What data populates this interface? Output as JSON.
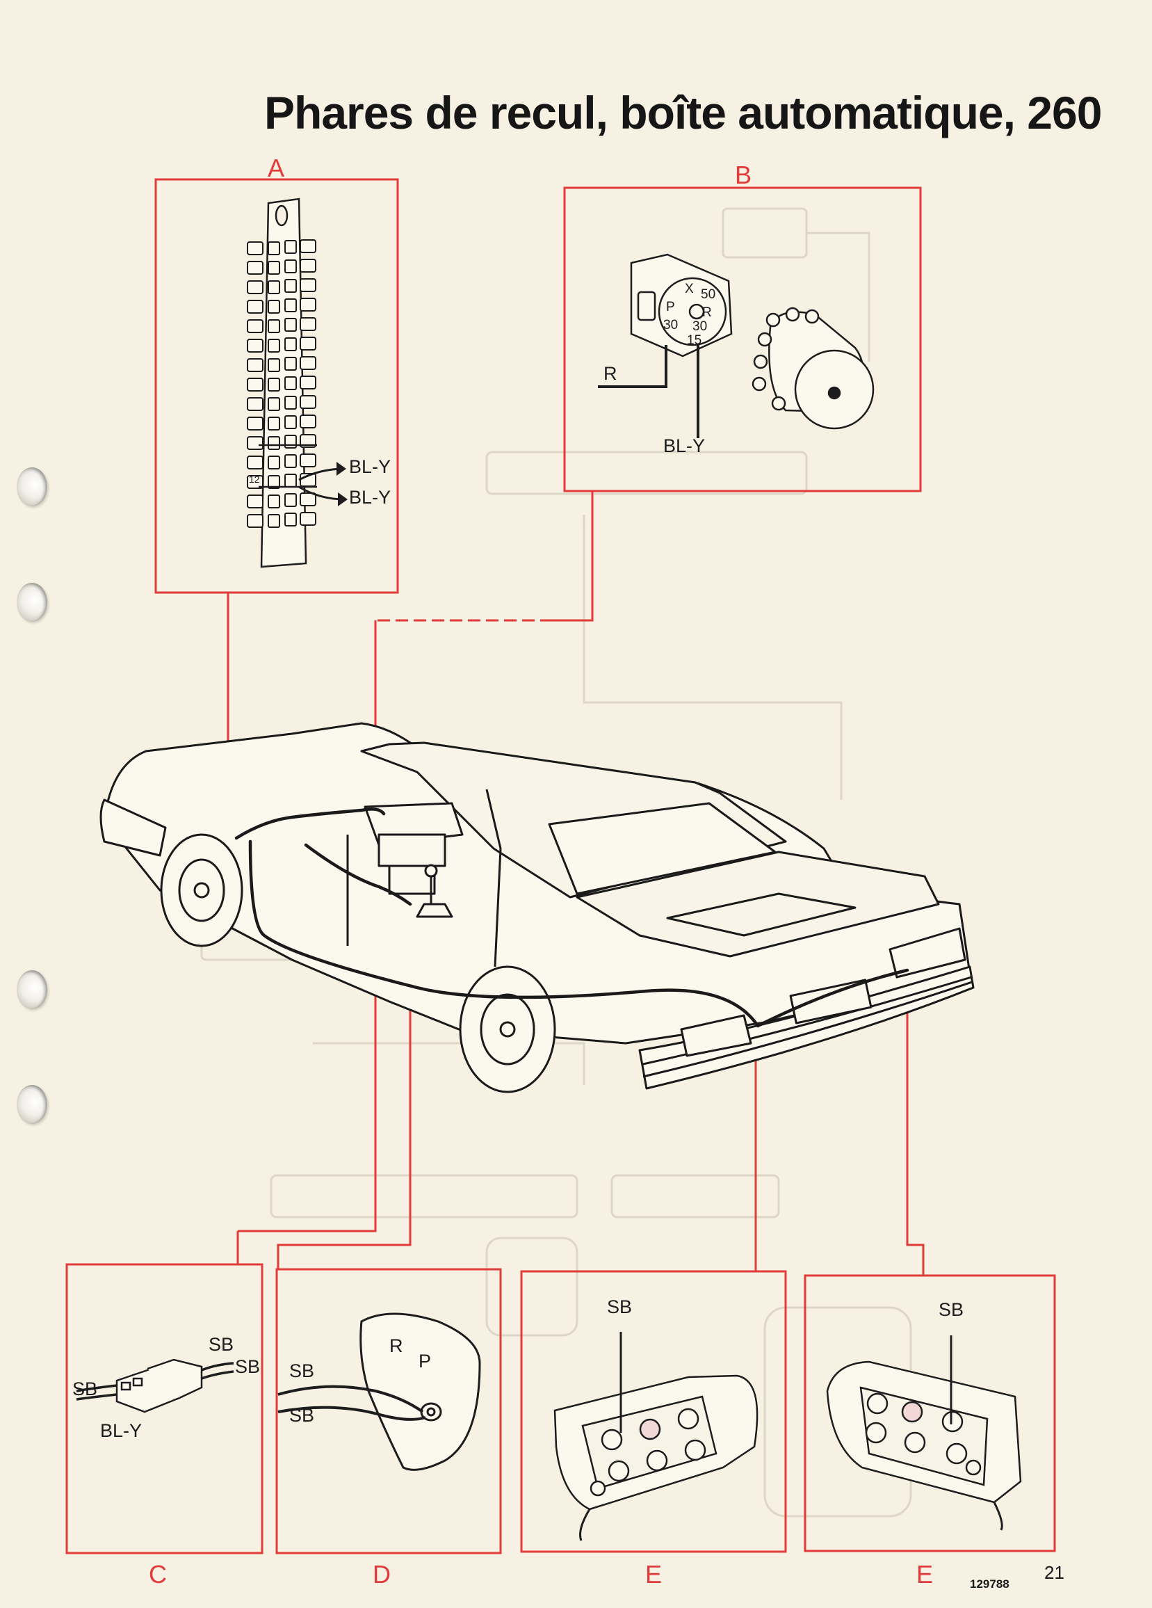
{
  "title": "Phares de recul, boîte automatique, 260",
  "colors": {
    "frame": "#e23b3b",
    "ink": "#1d1d1d",
    "paper": "#f6f1e2"
  },
  "panels": {
    "a": {
      "letter": "A",
      "wires": [
        "BL-Y",
        "BL-Y"
      ],
      "pin_number": "12"
    },
    "b": {
      "letter": "B",
      "pins": [
        "X",
        "50",
        "P",
        "R",
        "30",
        "30",
        "15"
      ],
      "wires": [
        "R",
        "BL-Y"
      ]
    },
    "c": {
      "letter": "C",
      "wires": [
        "SB",
        "SB",
        "SB",
        "BL-Y"
      ]
    },
    "d": {
      "letter": "D",
      "selector": [
        "R",
        "P"
      ],
      "wires": [
        "SB",
        "SB"
      ]
    },
    "e1": {
      "letter": "E",
      "wires": [
        "SB"
      ]
    },
    "e2": {
      "letter": "E",
      "wires": [
        "SB"
      ]
    }
  },
  "footer": {
    "code": "129788",
    "page_number": "21"
  }
}
